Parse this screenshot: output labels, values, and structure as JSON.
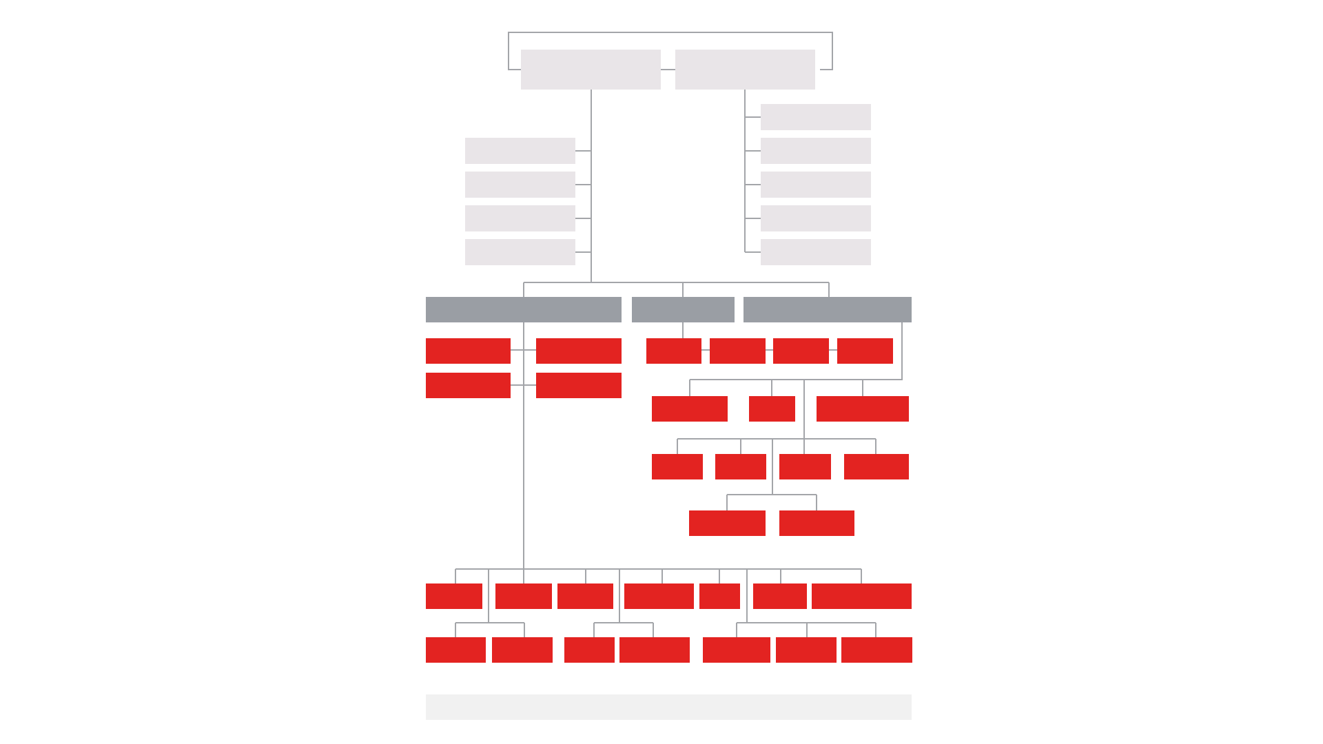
{
  "diagram": {
    "type": "org-chart",
    "labels_visible": false,
    "colors": {
      "connector": "#a3a5a9",
      "top_box": "#e9e5e8",
      "group_header": "#9a9ea4",
      "unit": "#e32321",
      "footer": "#f1f1f1",
      "background": "#ffffff"
    },
    "levels": {
      "executives": 2,
      "left_staff": 4,
      "right_staff": 5,
      "division_headers": 3,
      "left_division_units": 4,
      "middle_division_units": 4,
      "right_branch_row1": 3,
      "right_branch_row2": 4,
      "right_branch_row3": 2,
      "bottom_row1": 7,
      "bottom_row2": 7
    },
    "footer_text": ""
  }
}
